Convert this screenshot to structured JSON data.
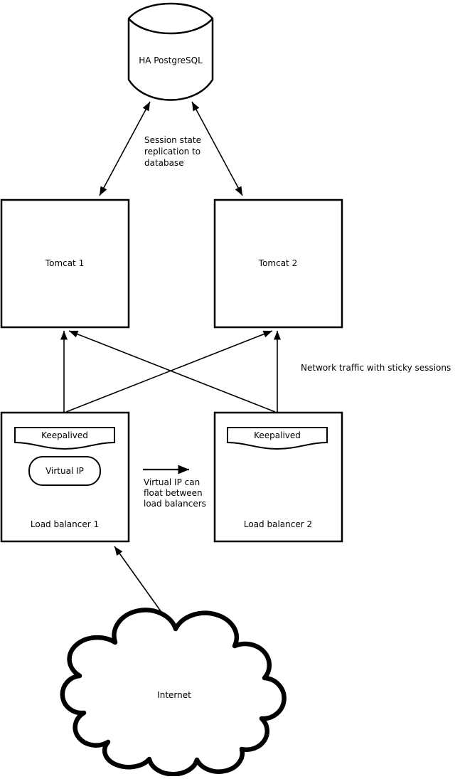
{
  "diagram": {
    "database": {
      "label": "HA PostgreSQL"
    },
    "tomcat1": {
      "label": "Tomcat 1"
    },
    "tomcat2": {
      "label": "Tomcat 2"
    },
    "lb1": {
      "label": "Load balancer 1",
      "keepalived": "Keepalived",
      "virtual_ip": "Virtual IP"
    },
    "lb2": {
      "label": "Load balancer 2",
      "keepalived": "Keepalived"
    },
    "internet": {
      "label": "Internet"
    },
    "annotations": {
      "session_replication": {
        "lines": [
          "Session state",
          "replication to",
          "database"
        ]
      },
      "sticky_sessions": {
        "text": "Network traffic with sticky sessions"
      },
      "vip_float": {
        "lines": [
          "Virtual IP can",
          "float between",
          "load balancers"
        ]
      }
    },
    "colors": {
      "stroke": "#000000",
      "background": "#ffffff"
    }
  }
}
